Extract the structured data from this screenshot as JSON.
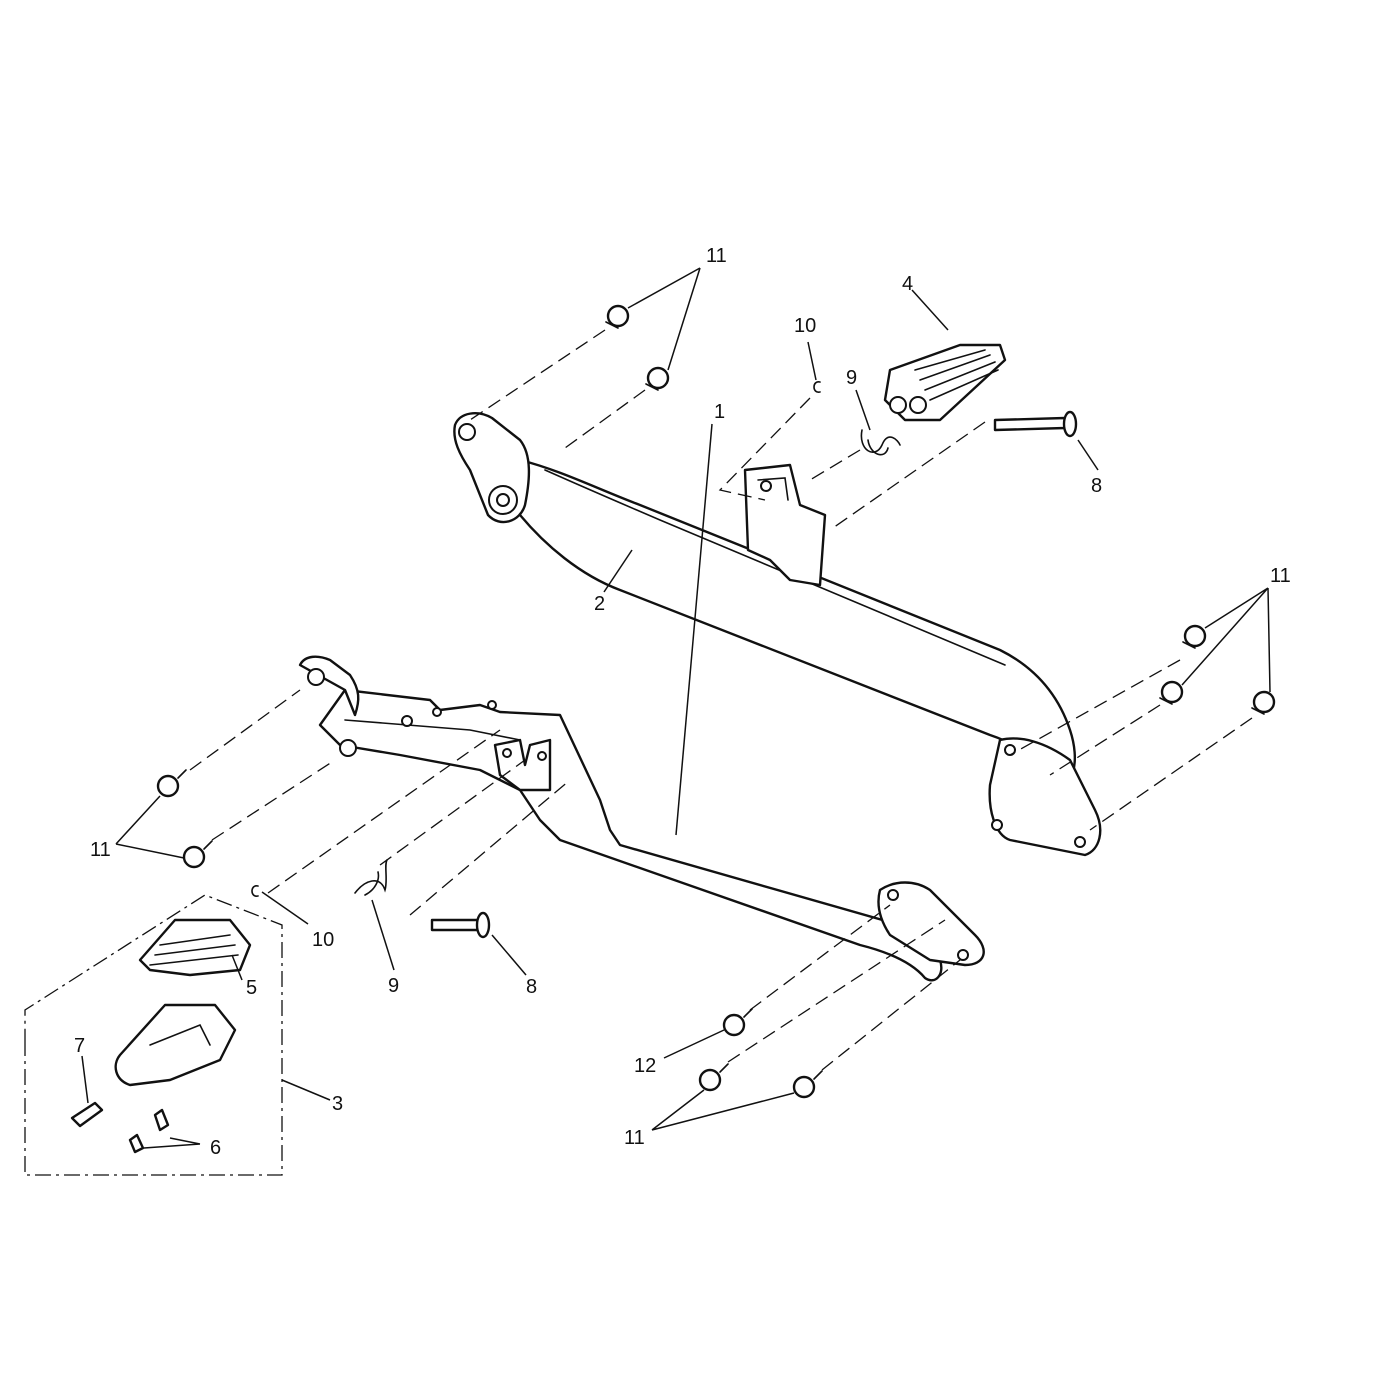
{
  "callouts": {
    "c11_top": "11",
    "c4": "4",
    "c10_top": "10",
    "c9_top": "9",
    "c8_top": "8",
    "c2": "2",
    "c11_right": "11",
    "c1": "1",
    "c11_left": "11",
    "c10_bottom": "10",
    "c9_bottom": "9",
    "c8_bottom": "8",
    "c5": "5",
    "c7": "7",
    "c3": "3",
    "c6": "6",
    "c12": "12",
    "c11_bottom": "11"
  }
}
